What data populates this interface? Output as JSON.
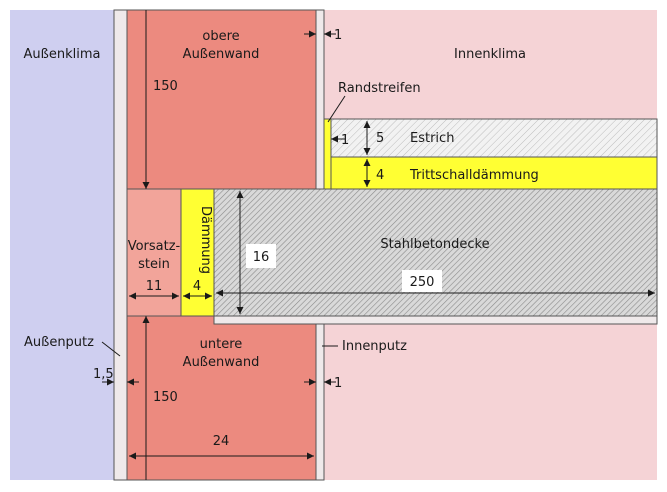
{
  "labels": {
    "aussenklima": "Außenklima",
    "innenklima": "Innenklima",
    "obere_wand_1": "obere",
    "obere_wand_2": "Außenwand",
    "untere_wand_1": "untere",
    "untere_wand_2": "Außenwand",
    "randstreifen": "Randstreifen",
    "estrich": "Estrich",
    "trittschall": "Trittschalldämmung",
    "stahlbeton": "Stahlbetondecke",
    "vorsatz_1": "Vorsatz-",
    "vorsatz_2": "stein",
    "daemmung": "Dämmung",
    "aussenputz": "Außenputz",
    "innenputz": "Innenputz"
  },
  "dimensions": {
    "top_innenputz": "1",
    "obere_wand_height": "150",
    "randstreifen": "1",
    "estrich": "5",
    "trittschall": "4",
    "decke_depth": "16",
    "decke_length": "250",
    "vorsatz": "11",
    "daemmung": "4",
    "aussenputz": "1,5",
    "bottom_innenputz": "1",
    "untere_wand_height": "150",
    "wall_total": "24"
  },
  "colors": {
    "aussenklima": "#cfcff0",
    "innenklima": "#f5d3d6",
    "wall": "#ec8a7f",
    "vorsatz": "#f2a49a",
    "plaster": "#efe9ea",
    "insulation": "#ffff33",
    "concrete": "#e6e6e6",
    "estrich": "#f0f0f0"
  }
}
